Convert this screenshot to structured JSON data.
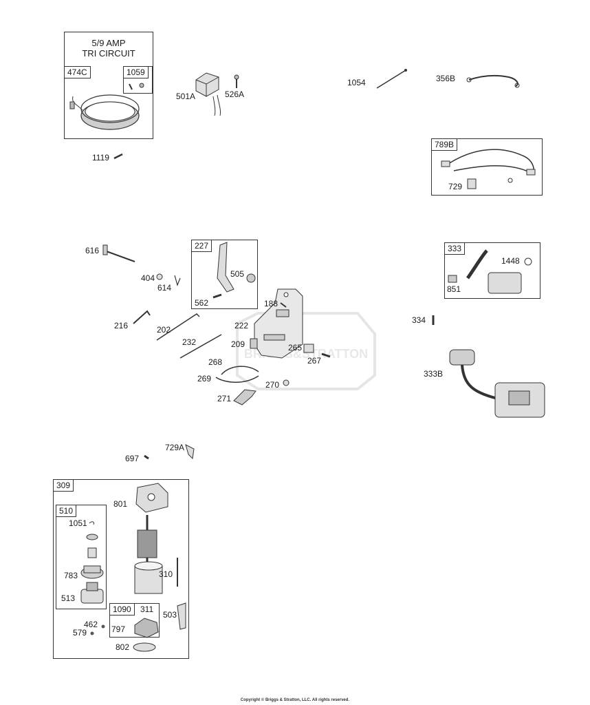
{
  "header_box": {
    "title_line1": "5/9 AMP",
    "title_line2": "TRI CIRCUIT"
  },
  "labels": {
    "p474C": "474C",
    "p1059": "1059",
    "p1119": "1119",
    "p501A": "501A",
    "p526A": "526A",
    "p1054": "1054",
    "p356B": "356B",
    "p789B": "789B",
    "p729": "729",
    "p616": "616",
    "p404": "404",
    "p614": "614",
    "p227": "227",
    "p505": "505",
    "p562": "562",
    "p188": "188",
    "p216": "216",
    "p202": "202",
    "p222": "222",
    "p232": "232",
    "p209": "209",
    "p265": "265",
    "p267": "267",
    "p268": "268",
    "p269": "269",
    "p270": "270",
    "p271": "271",
    "p333": "333",
    "p1448": "1448",
    "p851": "851",
    "p334": "334",
    "p333B": "333B",
    "p729A": "729A",
    "p697": "697",
    "p309": "309",
    "p510": "510",
    "p801": "801",
    "p1051": "1051",
    "p783": "783",
    "p310": "310",
    "p513": "513",
    "p1090": "1090",
    "p311": "311",
    "p503": "503",
    "p462": "462",
    "p579": "579",
    "p797": "797",
    "p802": "802"
  },
  "watermark": "BRIGGS&STRATTON",
  "copyright": "Copyright © Briggs & Stratton, LLC. All rights reserved.",
  "colors": {
    "line": "#333333",
    "part_fill": "#d9d9d9",
    "part_dark": "#555555",
    "watermark": "#e6e6e6"
  }
}
